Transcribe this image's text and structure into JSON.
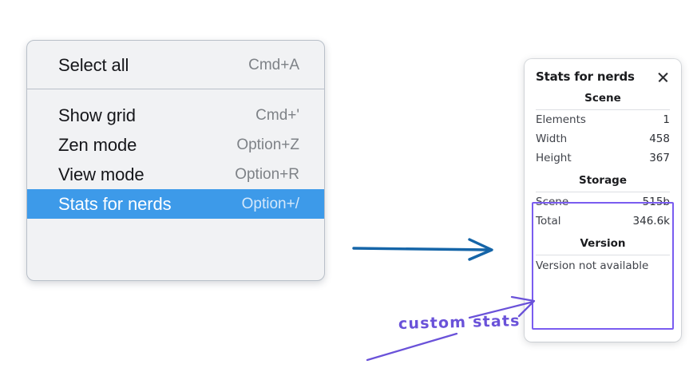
{
  "context_menu": {
    "name": "canvas-context-menu",
    "groups": [
      {
        "items": [
          {
            "label": "Select all",
            "shortcut": "Cmd+A",
            "selected": false
          }
        ]
      },
      {
        "items": [
          {
            "label": "Show grid",
            "shortcut": "Cmd+'",
            "selected": false
          },
          {
            "label": "Zen mode",
            "shortcut": "Option+Z",
            "selected": false
          },
          {
            "label": "View mode",
            "shortcut": "Option+R",
            "selected": false
          },
          {
            "label": "Stats for nerds",
            "shortcut": "Option+/",
            "selected": true
          }
        ]
      }
    ]
  },
  "stats_panel": {
    "title": "Stats for nerds",
    "close_icon": "close-icon",
    "sections": [
      {
        "title": "Scene",
        "rows": [
          {
            "label": "Elements",
            "value": "1"
          },
          {
            "label": "Width",
            "value": "458"
          },
          {
            "label": "Height",
            "value": "367"
          }
        ]
      },
      {
        "title": "Storage",
        "rows": [
          {
            "label": "Scene",
            "value": "515b"
          },
          {
            "label": "Total",
            "value": "346.6k"
          }
        ]
      },
      {
        "title": "Version",
        "note": "Version not available",
        "rows": []
      }
    ]
  },
  "annotations": {
    "handwritten_label": "custom stats",
    "highlight_box_label": "custom-stats-highlight",
    "arrow_menu_to_panel": "menu-to-panel-arrow",
    "arrow_label_to_box": "label-to-box-arrow",
    "underline_stroke": "label-underline-stroke"
  },
  "colors": {
    "menu_background": "#f1f2f4",
    "menu_border": "#b9c0c9",
    "selection_blue": "#3d9ae9",
    "annotation_blue": "#1565a8",
    "annotation_purple": "#6a52d9",
    "highlight_purple": "#7a5cf0",
    "page_background": "#ffffff"
  }
}
